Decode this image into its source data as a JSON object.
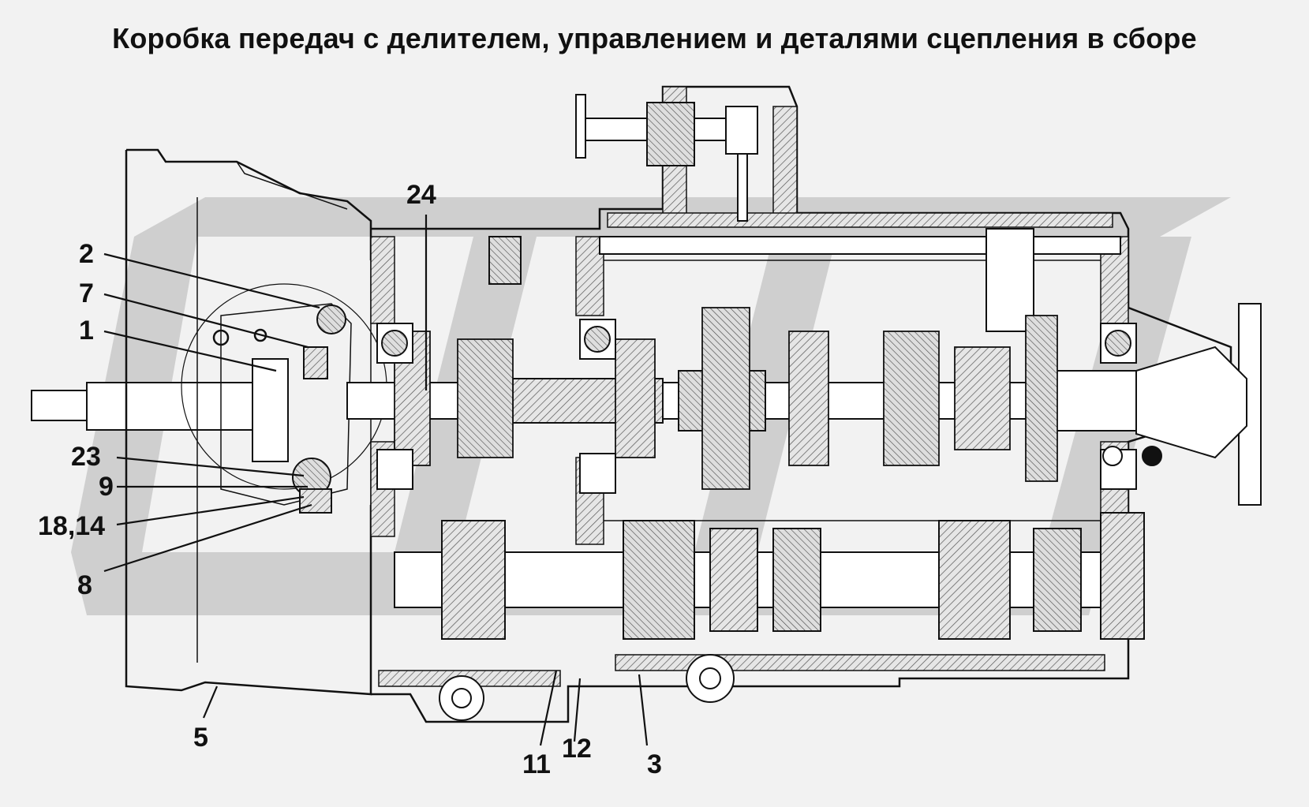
{
  "title": "Коробка передач с делителем, управлением и деталями сцепления в сборе",
  "callouts": {
    "c24": "24",
    "c2": "2",
    "c7": "7",
    "c1": "1",
    "c23": "23",
    "c9": "9",
    "c1814": "18,14",
    "c8": "8",
    "c5": "5",
    "c11": "11",
    "c12": "12",
    "c3": "3"
  },
  "colors": {
    "background": "#f2f2f2",
    "watermark": "#c9c9c9",
    "line": "#111111",
    "hatch": "#555555"
  }
}
